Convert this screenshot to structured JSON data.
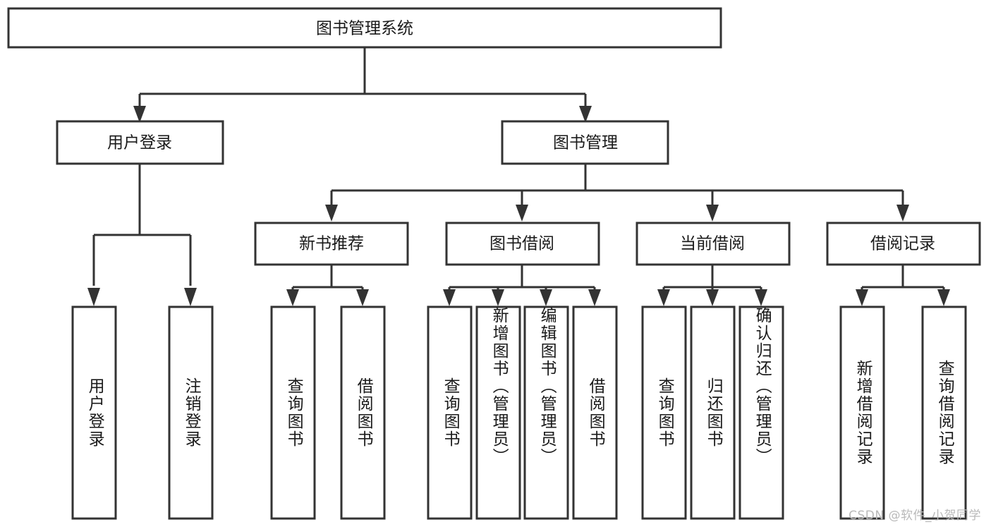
{
  "diagram": {
    "type": "tree",
    "title": "图书管理系统",
    "orientation": "top-down",
    "watermark": "CSDN @软件_小贺同学",
    "nodes": {
      "root": {
        "label": "图书管理系统",
        "level": 0
      },
      "n1": {
        "label": "用户登录",
        "level": 1
      },
      "n2": {
        "label": "图书管理",
        "level": 1
      },
      "n3": {
        "label": "新书推荐",
        "level": 2
      },
      "n4": {
        "label": "图书借阅",
        "level": 2
      },
      "n5": {
        "label": "当前借阅",
        "level": 2
      },
      "n6": {
        "label": "借阅记录",
        "level": 2
      },
      "l1": {
        "label": "用户登录",
        "level": 3
      },
      "l2": {
        "label": "注销登录",
        "level": 3
      },
      "l3": {
        "label": "查询图书",
        "level": 3
      },
      "l4": {
        "label": "借阅图书",
        "level": 3
      },
      "l5": {
        "label": "查询图书",
        "level": 3
      },
      "l6": {
        "label": "新增图书（管理员）",
        "level": 3
      },
      "l7": {
        "label": "编辑图书（管理员）",
        "level": 3
      },
      "l8": {
        "label": "借阅图书",
        "level": 3
      },
      "l9": {
        "label": "查询图书",
        "level": 3
      },
      "l10": {
        "label": "归还图书",
        "level": 3
      },
      "l11": {
        "label": "确认归还（管理员）",
        "level": 3
      },
      "l12": {
        "label": "新增借阅记录",
        "level": 3
      },
      "l13": {
        "label": "查询借阅记录",
        "level": 3
      }
    },
    "edges": [
      {
        "from": "root",
        "to": "n1"
      },
      {
        "from": "root",
        "to": "n2"
      },
      {
        "from": "n1",
        "to": "l1"
      },
      {
        "from": "n1",
        "to": "l2"
      },
      {
        "from": "n2",
        "to": "n3"
      },
      {
        "from": "n2",
        "to": "n4"
      },
      {
        "from": "n2",
        "to": "n5"
      },
      {
        "from": "n2",
        "to": "n6"
      },
      {
        "from": "n3",
        "to": "l3"
      },
      {
        "from": "n3",
        "to": "l4"
      },
      {
        "from": "n4",
        "to": "l5"
      },
      {
        "from": "n4",
        "to": "l6"
      },
      {
        "from": "n4",
        "to": "l7"
      },
      {
        "from": "n4",
        "to": "l8"
      },
      {
        "from": "n5",
        "to": "l9"
      },
      {
        "from": "n5",
        "to": "l10"
      },
      {
        "from": "n5",
        "to": "l11"
      },
      {
        "from": "n6",
        "to": "l12"
      },
      {
        "from": "n6",
        "to": "l13"
      }
    ],
    "colors": {
      "node_fill": "#ffffff",
      "node_stroke": "#333333",
      "text": "#1a1a1a",
      "background": "#ffffff",
      "watermark": "#b9b9b9"
    }
  }
}
